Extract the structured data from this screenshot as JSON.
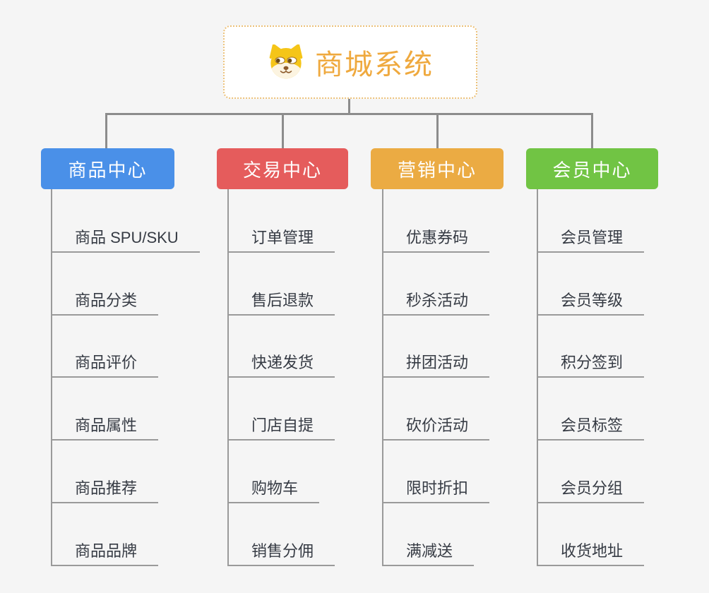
{
  "canvas": {
    "background": "#f5f5f5"
  },
  "root": {
    "title": "商城系统",
    "icon": "dog-face-icon",
    "title_color": "#efa93e",
    "border_color": "#ecc179"
  },
  "connectors": {
    "tree_line_color": "#8c8c8c",
    "leaf_line_color": "#9a9a9a"
  },
  "branches": [
    {
      "label": "商品中心",
      "color": "#4a90e8",
      "children": [
        "商品 SPU/SKU",
        "商品分类",
        "商品评价",
        "商品属性",
        "商品推荐",
        "商品品牌"
      ]
    },
    {
      "label": "交易中心",
      "color": "#e55c5c",
      "children": [
        "订单管理",
        "售后退款",
        "快递发货",
        "门店自提",
        "购物车",
        "销售分佣"
      ]
    },
    {
      "label": "营销中心",
      "color": "#ebab43",
      "children": [
        "优惠券码",
        "秒杀活动",
        "拼团活动",
        "砍价活动",
        "限时折扣",
        "满减送"
      ]
    },
    {
      "label": "会员中心",
      "color": "#71c444",
      "children": [
        "会员管理",
        "会员等级",
        "积分签到",
        "会员标签",
        "会员分组",
        "收货地址"
      ]
    }
  ]
}
